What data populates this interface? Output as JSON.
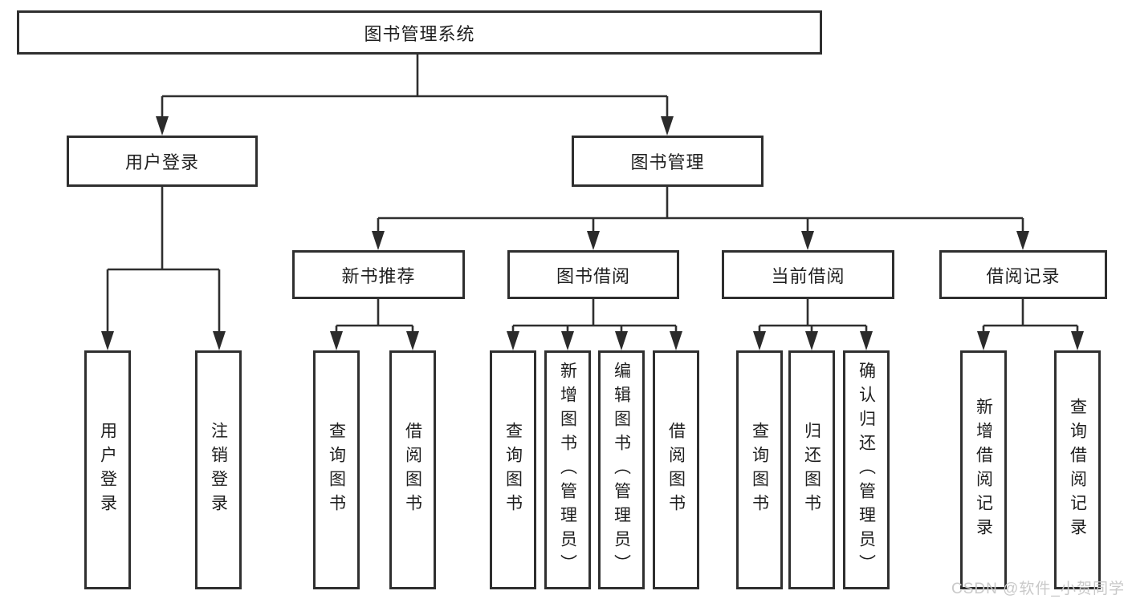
{
  "diagram": {
    "root": {
      "label": "图书管理系统"
    },
    "branches": [
      {
        "label": "用户登录",
        "leaves": [
          "用户登录",
          "注销登录"
        ]
      },
      {
        "label": "图书管理",
        "groups": [
          {
            "label": "新书推荐",
            "leaves": [
              "查询图书",
              "借阅图书"
            ]
          },
          {
            "label": "图书借阅",
            "leaves": [
              "查询图书",
              "新增图书（管理员）",
              "编辑图书（管理员）",
              "借阅图书"
            ]
          },
          {
            "label": "当前借阅",
            "leaves": [
              "查询图书",
              "归还图书",
              "确认归还（管理员）"
            ]
          },
          {
            "label": "借阅记录",
            "leaves": [
              "新增借阅记录",
              "查询借阅记录"
            ]
          }
        ]
      }
    ]
  },
  "watermark": "CSDN @软件_小贺同学",
  "colors": {
    "line": "#2f2f2f",
    "box_border": "#2f2f2f",
    "text": "#1f1f1f",
    "watermark": "#c9c9c9",
    "background": "#ffffff"
  }
}
